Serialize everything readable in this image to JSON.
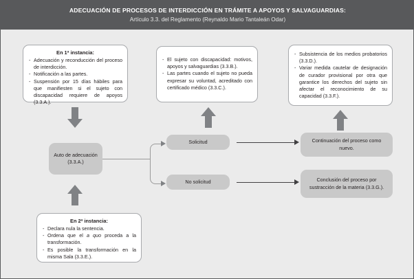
{
  "header": {
    "title": "ADECUACIÓN DE PROCESOS DE INTERDICCIÓN EN TRÁMITE A APOYOS Y SALVAGUARDIAS:",
    "subtitle": "Artículo 3.3. del Reglamento (Reynaldo Mario Tantaleán Odar)"
  },
  "colors": {
    "header_bg": "#58595b",
    "page_bg": "#ebebeb",
    "gray_box": "#c9c9c9",
    "white_box": "#ffffff",
    "arrow_fill": "#808285",
    "line": "#414042",
    "text": "#231f20"
  },
  "boxes": {
    "first_instance": {
      "heading": "En 1ª instancia:",
      "items": [
        "Adecuación y reconducción del proceso de interdicción.",
        "Notificación a las partes.",
        "Suspensión por 15 días hábiles para que manifiesten si el sujeto con discapacidad requiere de apoyos (3.3.A.)."
      ]
    },
    "notified_parties": {
      "items": [
        "El sujeto con discapacidad: motivos, apoyos y salvaguardias (3.3.B.).",
        "Las partes cuando el sujeto no pueda expresar su voluntad, acreditado con certificado médico (3.3.C.)."
      ]
    },
    "effects": {
      "items": [
        "Subsistencia de los medios probatorios (3.3.D.).",
        "Variar medida cautelar de designación de curador provisional por otra que garantice los derechos del sujeto sin afectar el reconocimiento de su capacidad (3.3.F.)."
      ]
    },
    "second_instance": {
      "heading": "En 2ª instancia:",
      "items": [
        "Declara nula la sentencia.",
        "Ordena que el a quo proceda a la transformación.",
        "Es posible la transformación en la misma Sala (3.3.E.)."
      ],
      "italic_fragment": "a quo"
    },
    "auto": {
      "label": "Auto de adecuación (3.3.A.)"
    },
    "solicitud": {
      "label": "Solicitud"
    },
    "no_solicitud": {
      "label": "No solicitud"
    },
    "continuacion": {
      "label": "Continuación del proceso como nuevo."
    },
    "conclusion": {
      "label": "Conclusión del proceso por sustracción de la materia (3.3.G.)."
    }
  },
  "arrows": [
    {
      "name": "first-instance-to-auto",
      "direction": "down"
    },
    {
      "name": "solicitud-to-notified-parties",
      "direction": "up"
    },
    {
      "name": "continuacion-to-effects",
      "direction": "up"
    },
    {
      "name": "second-instance-to-auto",
      "direction": "up"
    },
    {
      "name": "auto-to-solicitud",
      "direction": "right"
    },
    {
      "name": "auto-to-no-solicitud",
      "direction": "right"
    },
    {
      "name": "solicitud-to-continuacion",
      "direction": "right"
    },
    {
      "name": "no-solicitud-to-conclusion",
      "direction": "right"
    }
  ]
}
